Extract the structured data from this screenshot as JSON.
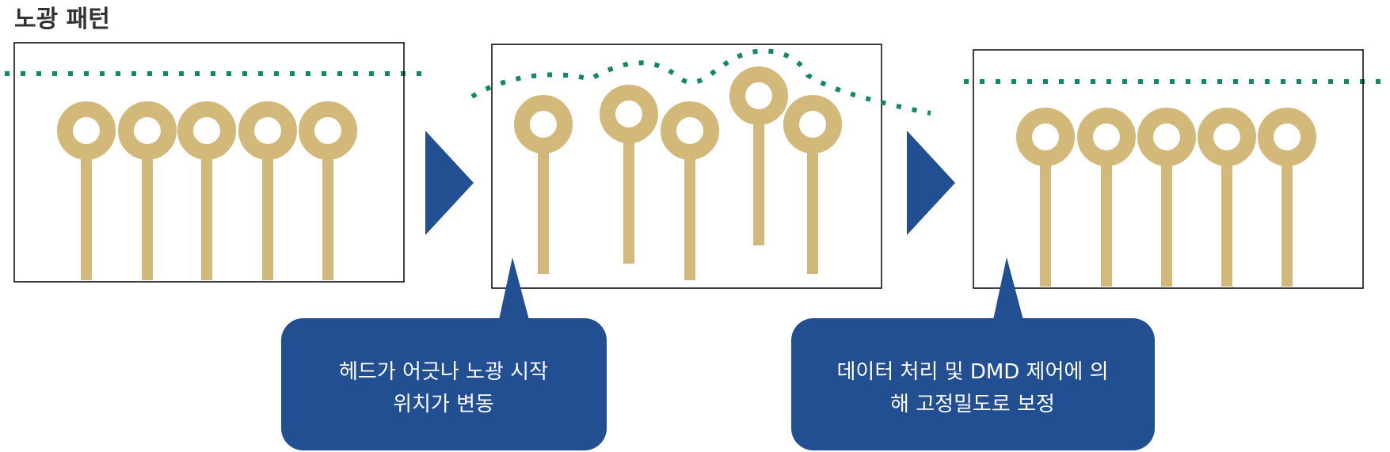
{
  "title": "노광 패턴",
  "colors": {
    "pad": "#d2b97a",
    "dotted_line": "#14866a",
    "arrow": "#224e92",
    "callout": "#224e92",
    "frame": "#000000",
    "title": "#333333"
  },
  "panels": [
    {
      "name": "panel-before"
    },
    {
      "name": "panel-misaligned"
    },
    {
      "name": "panel-corrected"
    }
  ],
  "callouts": [
    {
      "lines": [
        "헤드가 어긋나 노광 시작",
        "위치가 변동"
      ]
    },
    {
      "lines": [
        "데이터 처리 및 DMD 제어에 의",
        "해 고정밀도로 보정"
      ]
    }
  ]
}
